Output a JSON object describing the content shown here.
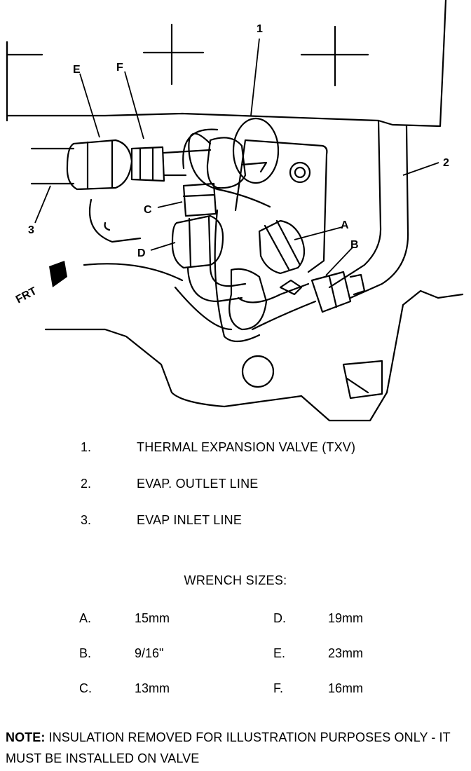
{
  "figure": {
    "callouts": {
      "one": "1",
      "two": "2",
      "three": "3",
      "a": "A",
      "b": "B",
      "c": "C",
      "d": "D",
      "e": "E",
      "f": "F"
    },
    "direction_label": "FRT"
  },
  "legend": [
    {
      "num": "1.",
      "text": "THERMAL EXPANSION VALVE (TXV)"
    },
    {
      "num": "2.",
      "text": "EVAP. OUTLET LINE"
    },
    {
      "num": "3.",
      "text": "EVAP INLET LINE"
    }
  ],
  "wrench": {
    "title": "WRENCH SIZES:",
    "rows": [
      {
        "l1": "A.",
        "s1": "15mm",
        "l2": "D.",
        "s2": "19mm"
      },
      {
        "l1": "B.",
        "s1": "9/16\"",
        "l2": "E.",
        "s2": "23mm"
      },
      {
        "l1": "C.",
        "s1": "13mm",
        "l2": "F.",
        "s2": "16mm"
      }
    ]
  },
  "note": {
    "label": "NOTE:",
    "text": " INSULATION REMOVED FOR ILLUSTRATION PURPOSES ONLY - IT MUST BE INSTALLED ON VALVE"
  }
}
